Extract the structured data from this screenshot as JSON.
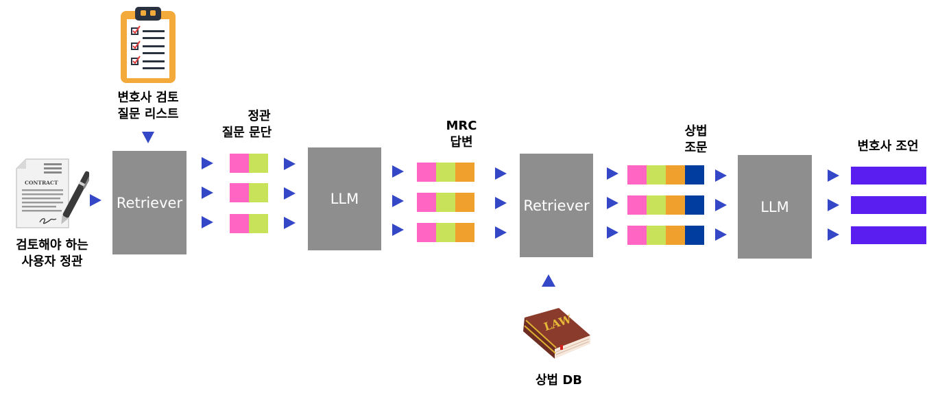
{
  "labels": {
    "checklist": [
      "변호사 검토",
      "질문 리스트"
    ],
    "input": [
      "검토해야 하는",
      "사용자 정관"
    ],
    "passages": [
      "정관",
      "질문 문단"
    ],
    "mrc": [
      "MRC",
      "답변"
    ],
    "articles": [
      "상법",
      "조문"
    ],
    "advice": "변호사 조언",
    "lawdb": "상법 DB"
  },
  "boxes": {
    "retriever1": "Retriever",
    "llm1": "LLM",
    "retriever2": "Retriever",
    "llm2": "LLM"
  },
  "icons": {
    "contract": {
      "name": "contract-icon",
      "title": "CONTRACT"
    },
    "clipboard": {
      "name": "clipboard-checklist-icon"
    },
    "book": {
      "name": "law-book-icon",
      "title": "LAW"
    }
  },
  "colors": {
    "arrow": "#3347c7",
    "box": "#8e8e8e",
    "pink": "#ff66c4",
    "lime": "#c8e35a",
    "orange": "#f0a02c",
    "navy": "#003d9e",
    "purple": "#5b1ef0"
  }
}
